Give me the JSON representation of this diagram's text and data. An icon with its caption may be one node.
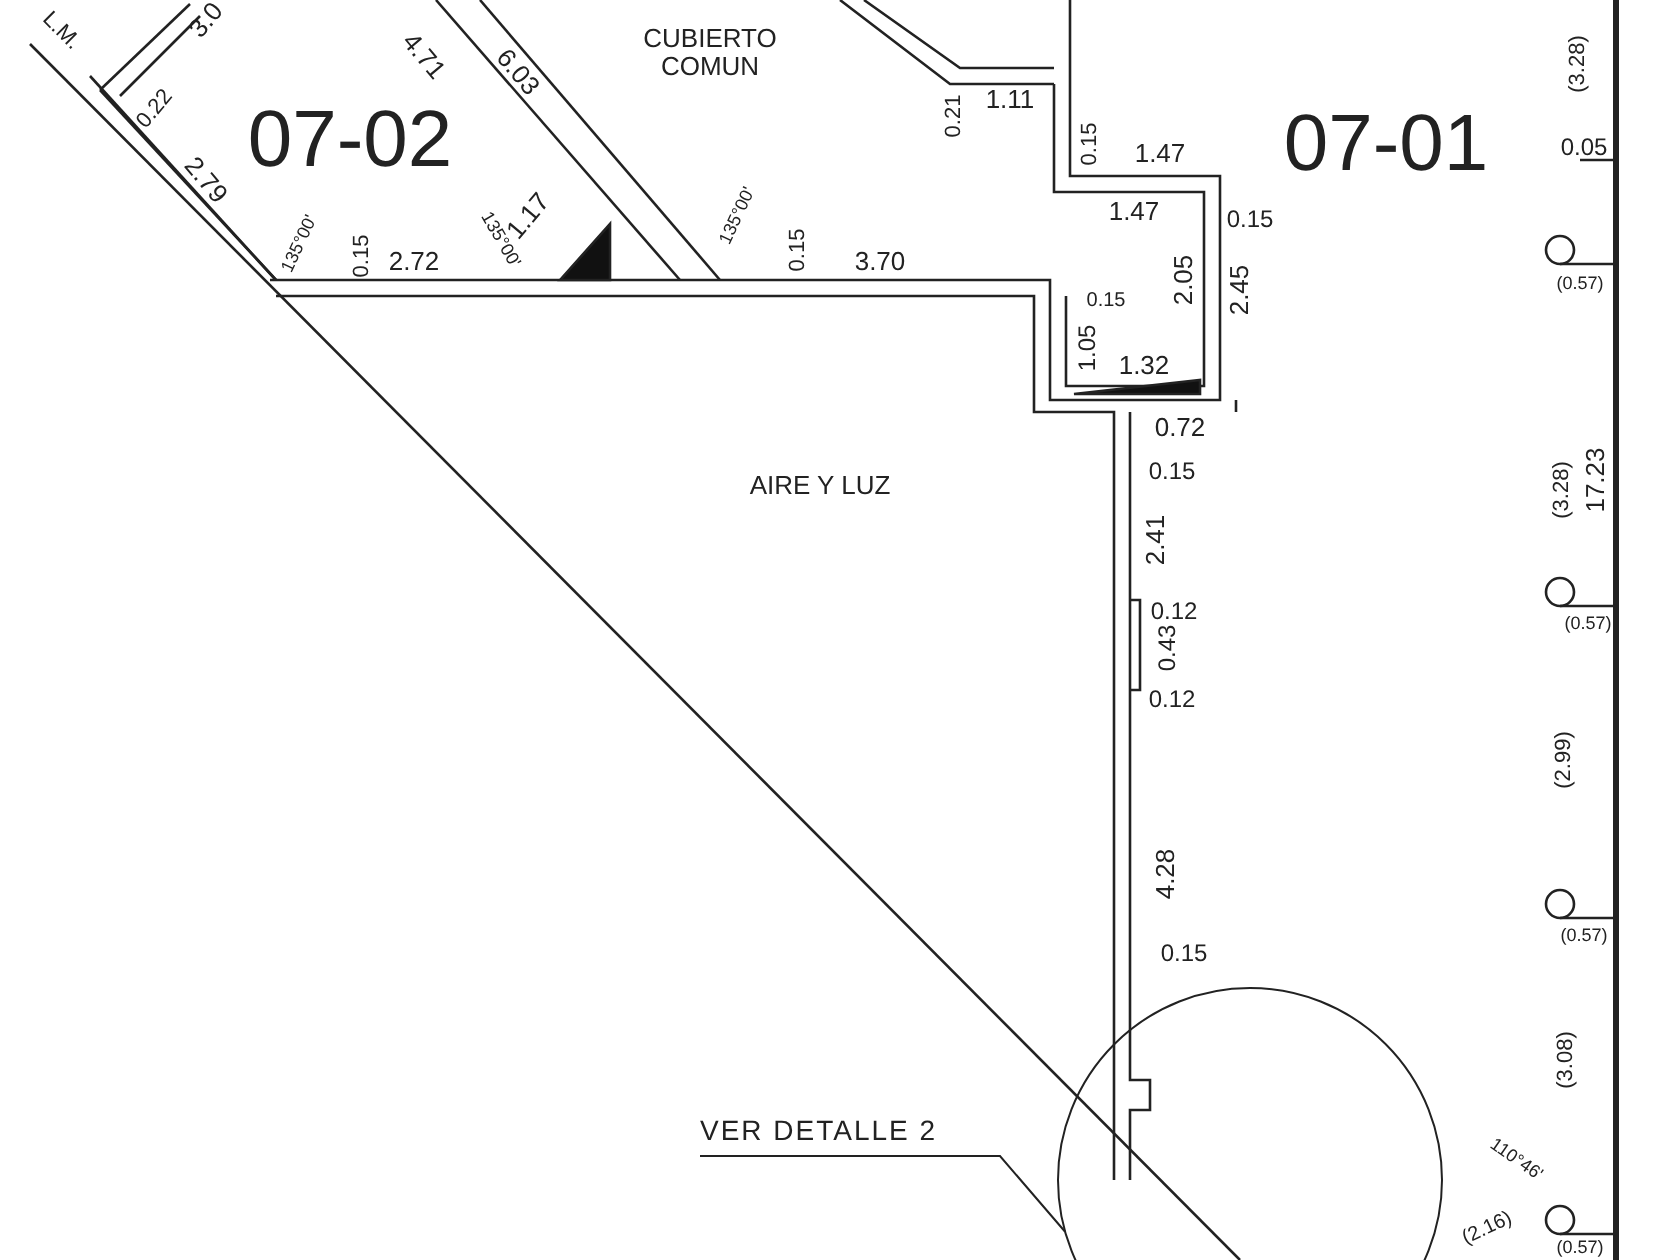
{
  "diagram": {
    "nodes": [
      {
        "text": [
          "VER DETALLE 2"
        ]
      },
      {
        "text": [],
        "shape": "circle"
      }
    ],
    "edges": [
      {
        "from": 0,
        "to": 1,
        "arrow": "none"
      }
    ],
    "labels": [
      "L.M.",
      "3.0",
      "4.71",
      "6.03",
      "CUBIERTO COMUN",
      "(3.28)",
      "0.22",
      "07-02",
      "2.79",
      "0.21",
      "1.11",
      "0.15",
      "1.47",
      "07-01",
      "0.05",
      "1.47",
      "0.15",
      "135°00'",
      "0.15",
      "2.72",
      "135°00'",
      "1.17",
      "135°00'",
      "0.15",
      "3.70",
      "2.05",
      "2.45",
      "(0.57)",
      "0.15",
      "1.05",
      "1.32",
      "0.72",
      "0.15",
      "AIRE Y LUZ",
      "(3.28)",
      "17.23",
      "2.41",
      "0.12",
      "(0.57)",
      "0.43",
      "0.12",
      "(2.99)",
      "4.28",
      "(0.57)",
      "0.15",
      "(3.08)",
      "110°46'",
      "(2.16)",
      "(0.57)"
    ]
  }
}
